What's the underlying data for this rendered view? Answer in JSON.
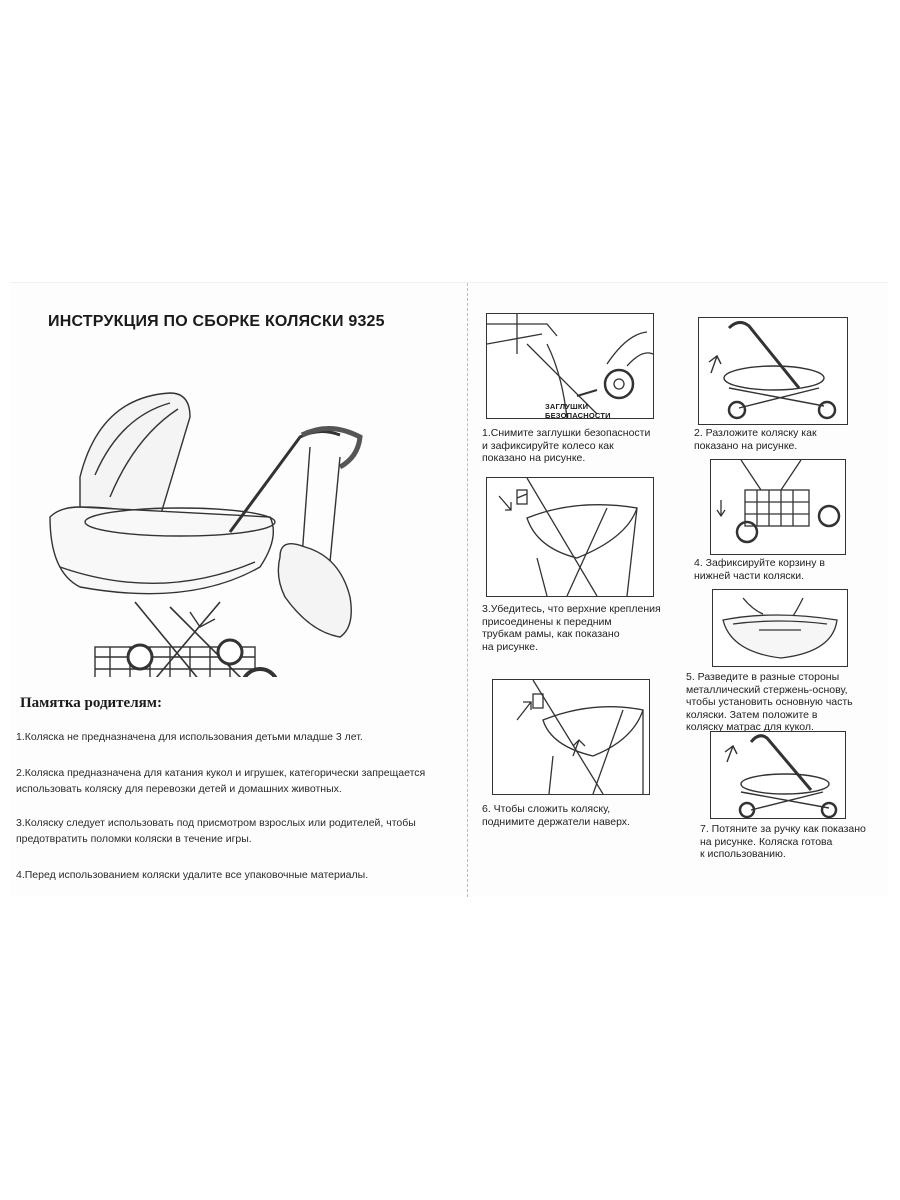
{
  "title": "ИНСТРУКЦИЯ ПО СБОРКЕ КОЛЯСКИ 9325",
  "memo": {
    "heading": "Памятка родителям:",
    "items": [
      "1.Коляска не предназначена для использования детьми младше 3 лет.",
      "2.Коляска предназначена для катания кукол и игрушек, категорически запрещается\nиспользовать коляску для перевозки детей и домашних животных.",
      "3.Коляску следует использовать под присмотром взрослых или родителей, чтобы\nпредотвратить поломки коляски в течение игры.",
      "4.Перед использованием коляски удалите все упаковочные материалы."
    ]
  },
  "steps": [
    {
      "text": "1.Снимите заглушки безопасности\n и зафиксируйте колесо как\n показано на рисунке.",
      "caption": "ЗАГЛУШКИ БЕЗОПАСНОСТИ"
    },
    {
      "text": "2. Разложите коляску как\n    показано на рисунке."
    },
    {
      "text": "3.Убедитесь, что верхние крепления\n      присоединены к передним\n      трубкам рамы, как показано\n      на рисунке."
    },
    {
      "text": "4. Зафиксируйте корзину в\n      нижней части коляски."
    },
    {
      "text": "5. Разведите в разные стороны\n    металлический стержень-основу,\n     чтобы установить основную часть\n    коляски. Затем положите в\n    коляску матрас для кукол."
    },
    {
      "text": "6. Чтобы сложить коляску,\n    поднимите держатели наверх."
    },
    {
      "text": "7. Потяните за ручку как показано\n    на рисунке. Коляска готова\n         к использованию."
    }
  ]
}
